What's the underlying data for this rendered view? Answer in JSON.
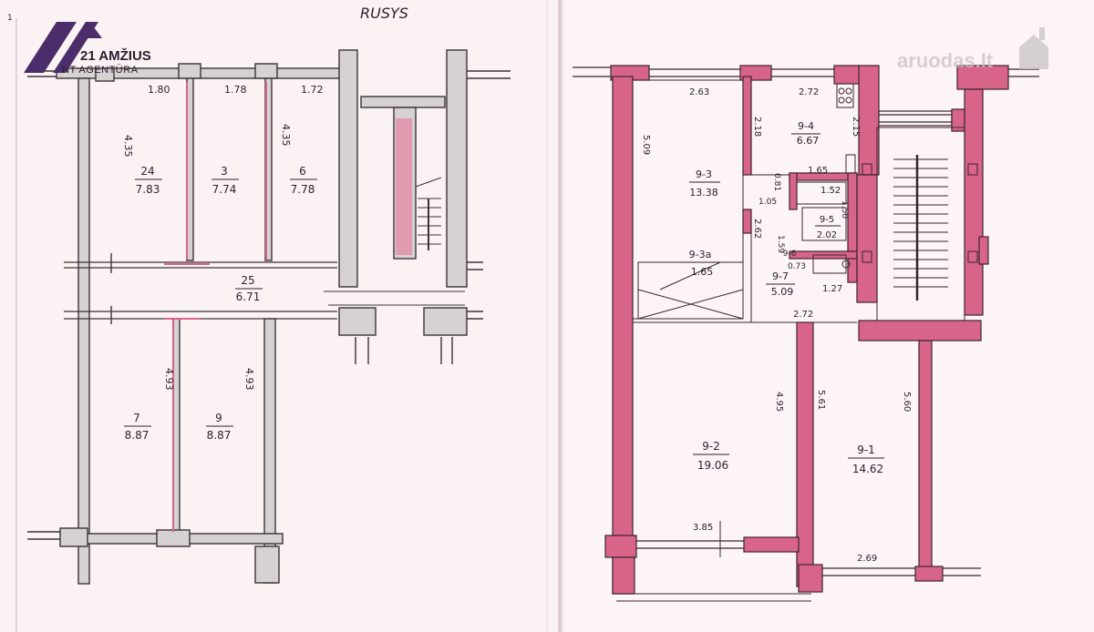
{
  "header": {
    "page_number": "1",
    "title": "RUSYS"
  },
  "logo": {
    "name": "21 AMŽIUS",
    "subtitle": "NT AGENTŪRA",
    "color": "#4b2d6b"
  },
  "watermark": {
    "text": "aruodas.lt"
  },
  "colors": {
    "wall_gray": "#d6d1d3",
    "wall_pink": "#d9648a",
    "ink": "#2a2430",
    "paper_left": "#fbf2f4",
    "paper_right": "#fcf4f6"
  },
  "left_plan": {
    "dims": {
      "d1": "1.80",
      "d2": "1.78",
      "d3": "1.72",
      "v1": "4.35",
      "v2": "4.35",
      "v3": "4.93",
      "v4": "4.93"
    },
    "rooms": [
      {
        "num": "24",
        "area": "7.83"
      },
      {
        "num": "3",
        "area": "7.74"
      },
      {
        "num": "6",
        "area": "7.78"
      },
      {
        "num": "25",
        "area": "6.71"
      },
      {
        "num": "7",
        "area": "8.87"
      },
      {
        "num": "9",
        "area": "8.87"
      }
    ]
  },
  "right_plan": {
    "dims": {
      "d263": "2.63",
      "d272a": "2.72",
      "d218": "2.18",
      "d215": "2.15",
      "d509": "5.09",
      "d165": "1.65",
      "d152": "1.52",
      "d150": "1.50",
      "d081": "0.81",
      "d105": "1.05",
      "d262": "2.62",
      "d159": "1.59",
      "d127": "1.27",
      "d272b": "2.72",
      "d495": "4.95",
      "d561": "5.61",
      "d560": "5.60",
      "d385": "3.85",
      "d269": "2.69"
    },
    "rooms": [
      {
        "num": "9-3",
        "area": "13.38"
      },
      {
        "num": "9-4",
        "area": "6.67"
      },
      {
        "num": "9-5",
        "area": "2.02"
      },
      {
        "num": "9-6",
        "area": "0.73"
      },
      {
        "num": "9-3a",
        "area": "1.65"
      },
      {
        "num": "9-7",
        "area": "5.09"
      },
      {
        "num": "9-2",
        "area": "19.06"
      },
      {
        "num": "9-1",
        "area": "14.62"
      }
    ]
  }
}
